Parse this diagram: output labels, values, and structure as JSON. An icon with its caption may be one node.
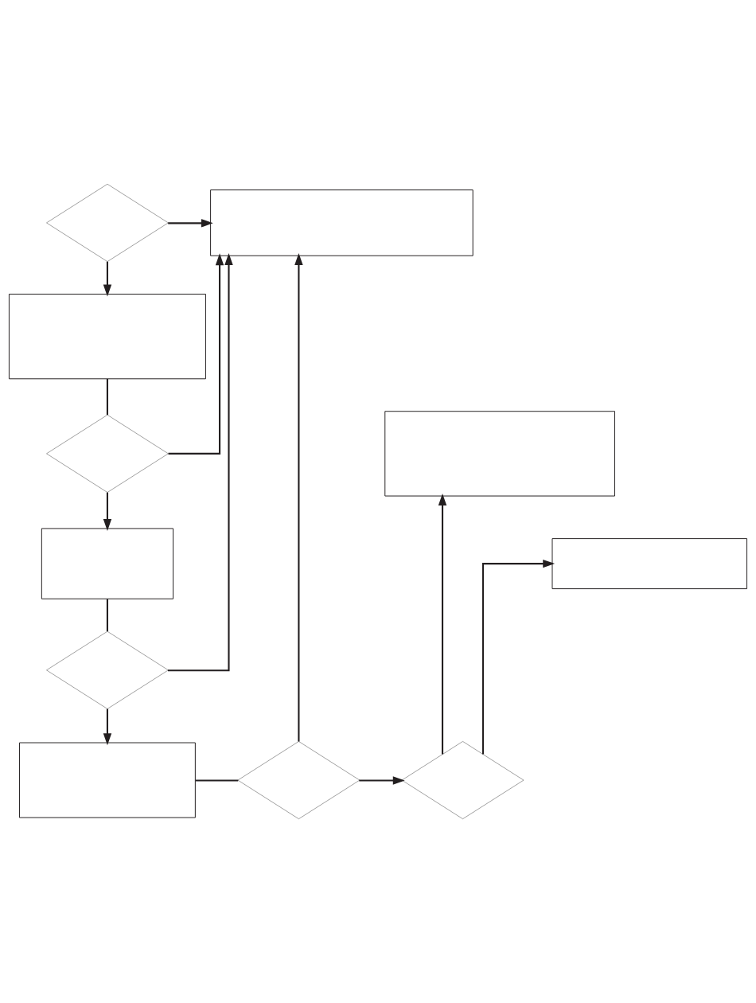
{
  "diagram": {
    "nodes": [
      {
        "text": [],
        "shape": "diamond"
      },
      {
        "text": [],
        "shape": "box"
      },
      {
        "text": [],
        "shape": "box"
      },
      {
        "text": [],
        "shape": "diamond"
      },
      {
        "text": [],
        "shape": "box"
      },
      {
        "text": [],
        "shape": "box"
      },
      {
        "text": [],
        "shape": "box"
      },
      {
        "text": [],
        "shape": "diamond"
      },
      {
        "text": [],
        "shape": "box"
      },
      {
        "text": [],
        "shape": "diamond"
      },
      {
        "text": [],
        "shape": "diamond"
      }
    ],
    "edges": [
      {
        "from": 0,
        "to": 1,
        "arrow": "to"
      },
      {
        "from": 0,
        "to": 2,
        "arrow": "to"
      },
      {
        "from": 2,
        "to": 3,
        "arrow": "none"
      },
      {
        "from": 3,
        "to": 1,
        "arrow": "to"
      },
      {
        "from": 3,
        "to": 5,
        "arrow": "to"
      },
      {
        "from": 5,
        "to": 7,
        "arrow": "none"
      },
      {
        "from": 7,
        "to": 1,
        "arrow": "to"
      },
      {
        "from": 7,
        "to": 8,
        "arrow": "to"
      },
      {
        "from": 8,
        "to": 9,
        "arrow": "none"
      },
      {
        "from": 9,
        "to": 1,
        "arrow": "to"
      },
      {
        "from": 9,
        "to": 10,
        "arrow": "to"
      },
      {
        "from": 10,
        "to": 6,
        "arrow": "to"
      },
      {
        "from": 10,
        "to": 4,
        "arrow": "to"
      }
    ]
  }
}
